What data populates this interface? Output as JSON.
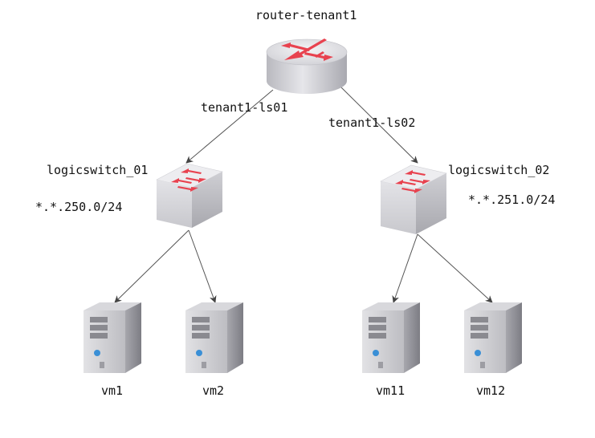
{
  "diagram": {
    "router": {
      "name": "router-tenant1"
    },
    "links": [
      {
        "label": "tenant1-ls01",
        "from": "router-tenant1",
        "to": "logicswitch_01"
      },
      {
        "label": "tenant1-ls02",
        "from": "router-tenant1",
        "to": "logicswitch_02"
      }
    ],
    "switches": [
      {
        "name": "logicswitch_01",
        "subnet": "*.*.250.0/24",
        "vms": [
          "vm1",
          "vm2"
        ]
      },
      {
        "name": "logicswitch_02",
        "subnet": "*.*.251.0/24",
        "vms": [
          "vm11",
          "vm12"
        ]
      }
    ],
    "colors": {
      "arrow_red": "#e8424f",
      "device_light": "#e9e9ec",
      "device_mid": "#c9c9ce",
      "device_dark": "#9a9aa1",
      "edge": "#555555"
    }
  }
}
